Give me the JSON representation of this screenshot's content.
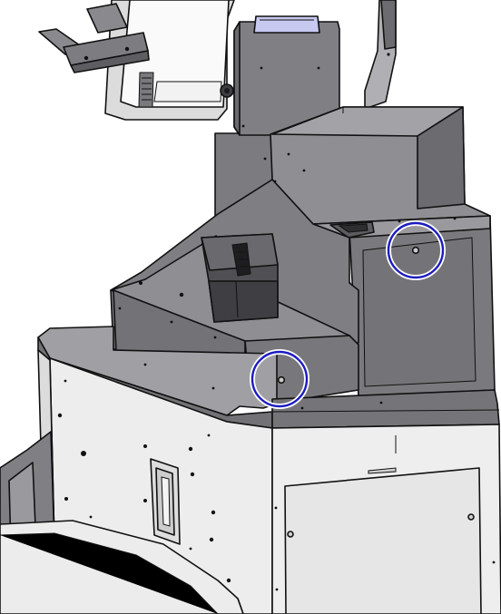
{
  "figure": {
    "kind": "technical line drawing of a kiosk cabinet",
    "colors": {
      "cabinet_dark": "#78787c",
      "cabinet_mid": "#8e8e93",
      "cabinet_top": "#a3a3a7",
      "panel_light": "#ededed",
      "panel_shadow": "#dadada",
      "screen_white": "#fafafa",
      "latch_blue": "#c7c9f0",
      "highlight_circle": "#1c1cc0",
      "line": "#111111"
    },
    "highlights": [
      {
        "name": "upper-screw-callout",
        "target": "screw"
      },
      {
        "name": "lower-screw-callout",
        "target": "screw"
      }
    ]
  }
}
